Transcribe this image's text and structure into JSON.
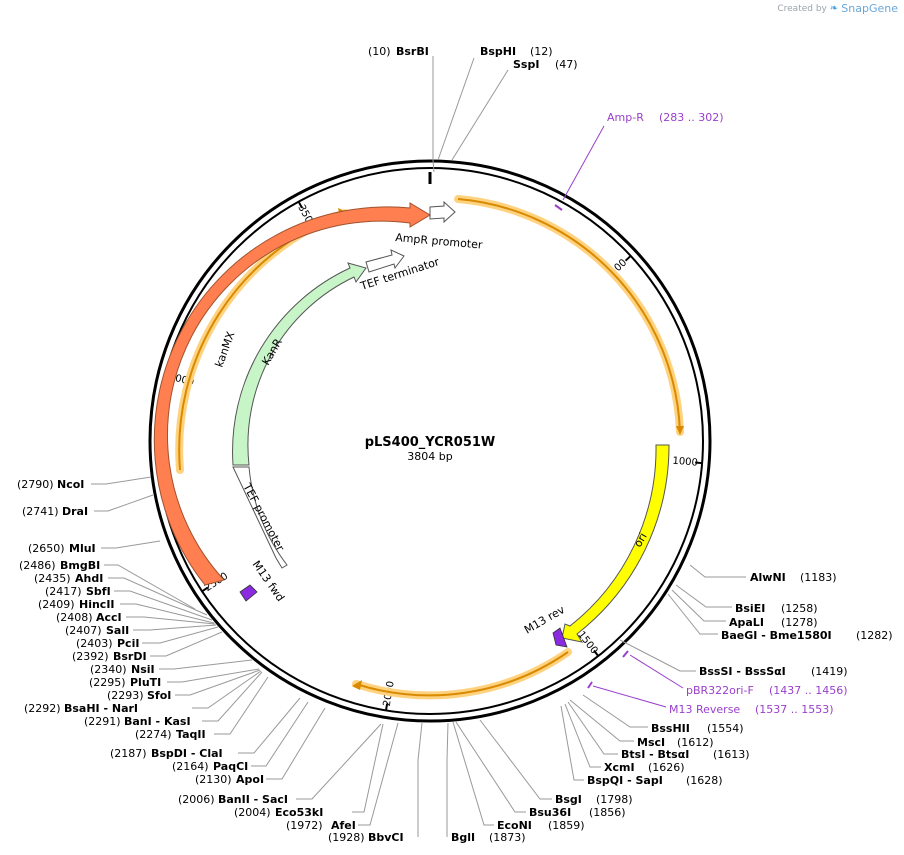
{
  "branding": {
    "created_by": "Created by",
    "product": "SnapGene"
  },
  "plasmid": {
    "name": "pLS400_YCR051W",
    "length_label": "3804 bp",
    "length": 3804
  },
  "ticks": [
    {
      "bp": 500,
      "label": "500"
    },
    {
      "bp": 1000,
      "label": "1000"
    },
    {
      "bp": 1500,
      "label": "1500"
    },
    {
      "bp": 2000,
      "label": "2000"
    },
    {
      "bp": 2500,
      "label": "2500"
    },
    {
      "bp": 3000,
      "label": "3000"
    },
    {
      "bp": 3500,
      "label": "3500"
    }
  ],
  "features": [
    {
      "id": "ampr-promoter",
      "name": "AmpR promoter",
      "color": "#ffffff"
    },
    {
      "id": "tef-terminator",
      "name": "TEF terminator",
      "color": "#ffffff"
    },
    {
      "id": "kanmx",
      "name": "kanMX",
      "color": "#ff7f50"
    },
    {
      "id": "kanr",
      "name": "KanR",
      "color": "#c8f5c8"
    },
    {
      "id": "tef-promoter",
      "name": "TEF promoter",
      "color": "#ffffff"
    },
    {
      "id": "ori",
      "name": "ori",
      "color": "#ffff00"
    },
    {
      "id": "m13-fwd",
      "name": "M13 fwd",
      "color": "#8a2be2"
    },
    {
      "id": "m13-rev",
      "name": "M13 rev",
      "color": "#8a2be2"
    },
    {
      "id": "amp-orf",
      "name": "",
      "color": "#ffc04d"
    }
  ],
  "primers": [
    {
      "name": "Amp-R",
      "range": "(283 .. 302)",
      "color": "#9a3fcc"
    },
    {
      "name": "pBR322ori-F",
      "range": "(1437 .. 1456)",
      "color": "#9a3fcc"
    },
    {
      "name": "M13 Reverse",
      "range": "(1537 .. 1553)",
      "color": "#9a3fcc"
    }
  ],
  "sites": [
    {
      "pos": "(10)",
      "name": "BsrBI",
      "bp": 10
    },
    {
      "pos": "(12)",
      "name": "BspHI",
      "bp": 12
    },
    {
      "pos": "(47)",
      "name": "SspI",
      "bp": 47
    },
    {
      "pos": "(1183)",
      "name": "AlwNI",
      "bp": 1183
    },
    {
      "pos": "(1258)",
      "name": "BsiEI",
      "bp": 1258
    },
    {
      "pos": "(1278)",
      "name": "ApaLI",
      "bp": 1278
    },
    {
      "pos": "(1282)",
      "name": "BaeGI - Bme1580I",
      "bp": 1282
    },
    {
      "pos": "(1419)",
      "name": "BssSI - BssSαI",
      "bp": 1419
    },
    {
      "pos": "(1554)",
      "name": "BssHII",
      "bp": 1554
    },
    {
      "pos": "(1612)",
      "name": "MscI",
      "bp": 1612
    },
    {
      "pos": "(1613)",
      "name": "BtsI - BtsαI",
      "bp": 1613
    },
    {
      "pos": "(1626)",
      "name": "XcmI",
      "bp": 1626
    },
    {
      "pos": "(1628)",
      "name": "BspQI - SapI",
      "bp": 1628
    },
    {
      "pos": "(1798)",
      "name": "BsgI",
      "bp": 1798
    },
    {
      "pos": "(1856)",
      "name": "Bsu36I",
      "bp": 1856
    },
    {
      "pos": "(1859)",
      "name": "EcoNI",
      "bp": 1859
    },
    {
      "pos": "(1873)",
      "name": "BglI",
      "bp": 1873
    },
    {
      "pos": "(1928)",
      "name": "BbvCI",
      "bp": 1928
    },
    {
      "pos": "(1972)",
      "name": "AfeI",
      "bp": 1972
    },
    {
      "pos": "(2004)",
      "name": "Eco53kI",
      "bp": 2004
    },
    {
      "pos": "(2006)",
      "name": "BanII - SacI",
      "bp": 2006
    },
    {
      "pos": "(2130)",
      "name": "ApoI",
      "bp": 2130
    },
    {
      "pos": "(2164)",
      "name": "PaqCI",
      "bp": 2164
    },
    {
      "pos": "(2187)",
      "name": "BspDI - ClaI",
      "bp": 2187
    },
    {
      "pos": "(2274)",
      "name": "TaqII",
      "bp": 2274
    },
    {
      "pos": "(2291)",
      "name": "BanI - KasI",
      "bp": 2291
    },
    {
      "pos": "(2292)",
      "name": "BsaHI - NarI",
      "bp": 2292
    },
    {
      "pos": "(2293)",
      "name": "SfoI",
      "bp": 2293
    },
    {
      "pos": "(2295)",
      "name": "PluTI",
      "bp": 2295
    },
    {
      "pos": "(2340)",
      "name": "NsiI",
      "bp": 2340
    },
    {
      "pos": "(2392)",
      "name": "BsrDI",
      "bp": 2392
    },
    {
      "pos": "(2403)",
      "name": "PciI",
      "bp": 2403
    },
    {
      "pos": "(2407)",
      "name": "SalI",
      "bp": 2407
    },
    {
      "pos": "(2408)",
      "name": "AccI",
      "bp": 2408
    },
    {
      "pos": "(2409)",
      "name": "HincII",
      "bp": 2409
    },
    {
      "pos": "(2417)",
      "name": "SbfI",
      "bp": 2417
    },
    {
      "pos": "(2435)",
      "name": "AhdI",
      "bp": 2435
    },
    {
      "pos": "(2486)",
      "name": "BmgBI",
      "bp": 2486
    },
    {
      "pos": "(2650)",
      "name": "MluI",
      "bp": 2650
    },
    {
      "pos": "(2741)",
      "name": "DraI",
      "bp": 2741
    },
    {
      "pos": "(2790)",
      "name": "NcoI",
      "bp": 2790
    }
  ]
}
